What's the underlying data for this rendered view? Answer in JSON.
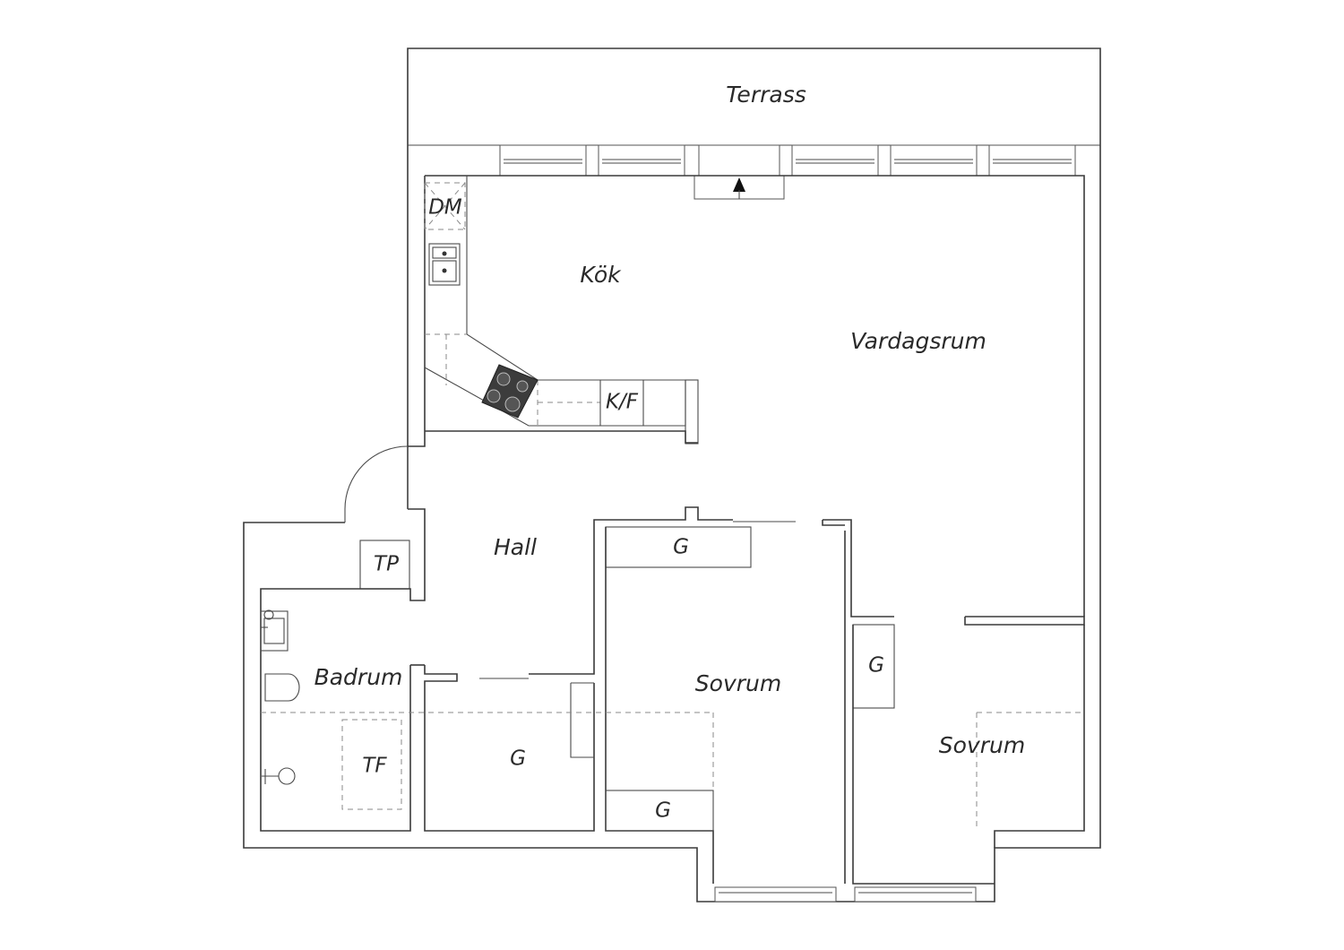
{
  "rooms": {
    "terrace": "Terrass",
    "kitchen": "Kök",
    "living_room": "Vardagsrum",
    "hall": "Hall",
    "bathroom": "Badrum",
    "bedroom_center": "Sovrum",
    "bedroom_right": "Sovrum"
  },
  "fixtures": {
    "dishwasher": "DM",
    "fridge_freezer": "K/F",
    "dryer": "TP",
    "washer": "TF",
    "closet_top": "G",
    "closet_right": "G",
    "closet_hall": "G",
    "closet_bottom": "G"
  },
  "colors": {
    "wall": "#3a3a3a",
    "stove": "#3c3c3c",
    "background": "#ffffff"
  },
  "icons": [
    "sink-icon",
    "stove-icon",
    "toilet-icon",
    "washbasin-icon",
    "shower-icon",
    "north-arrow-icon"
  ]
}
